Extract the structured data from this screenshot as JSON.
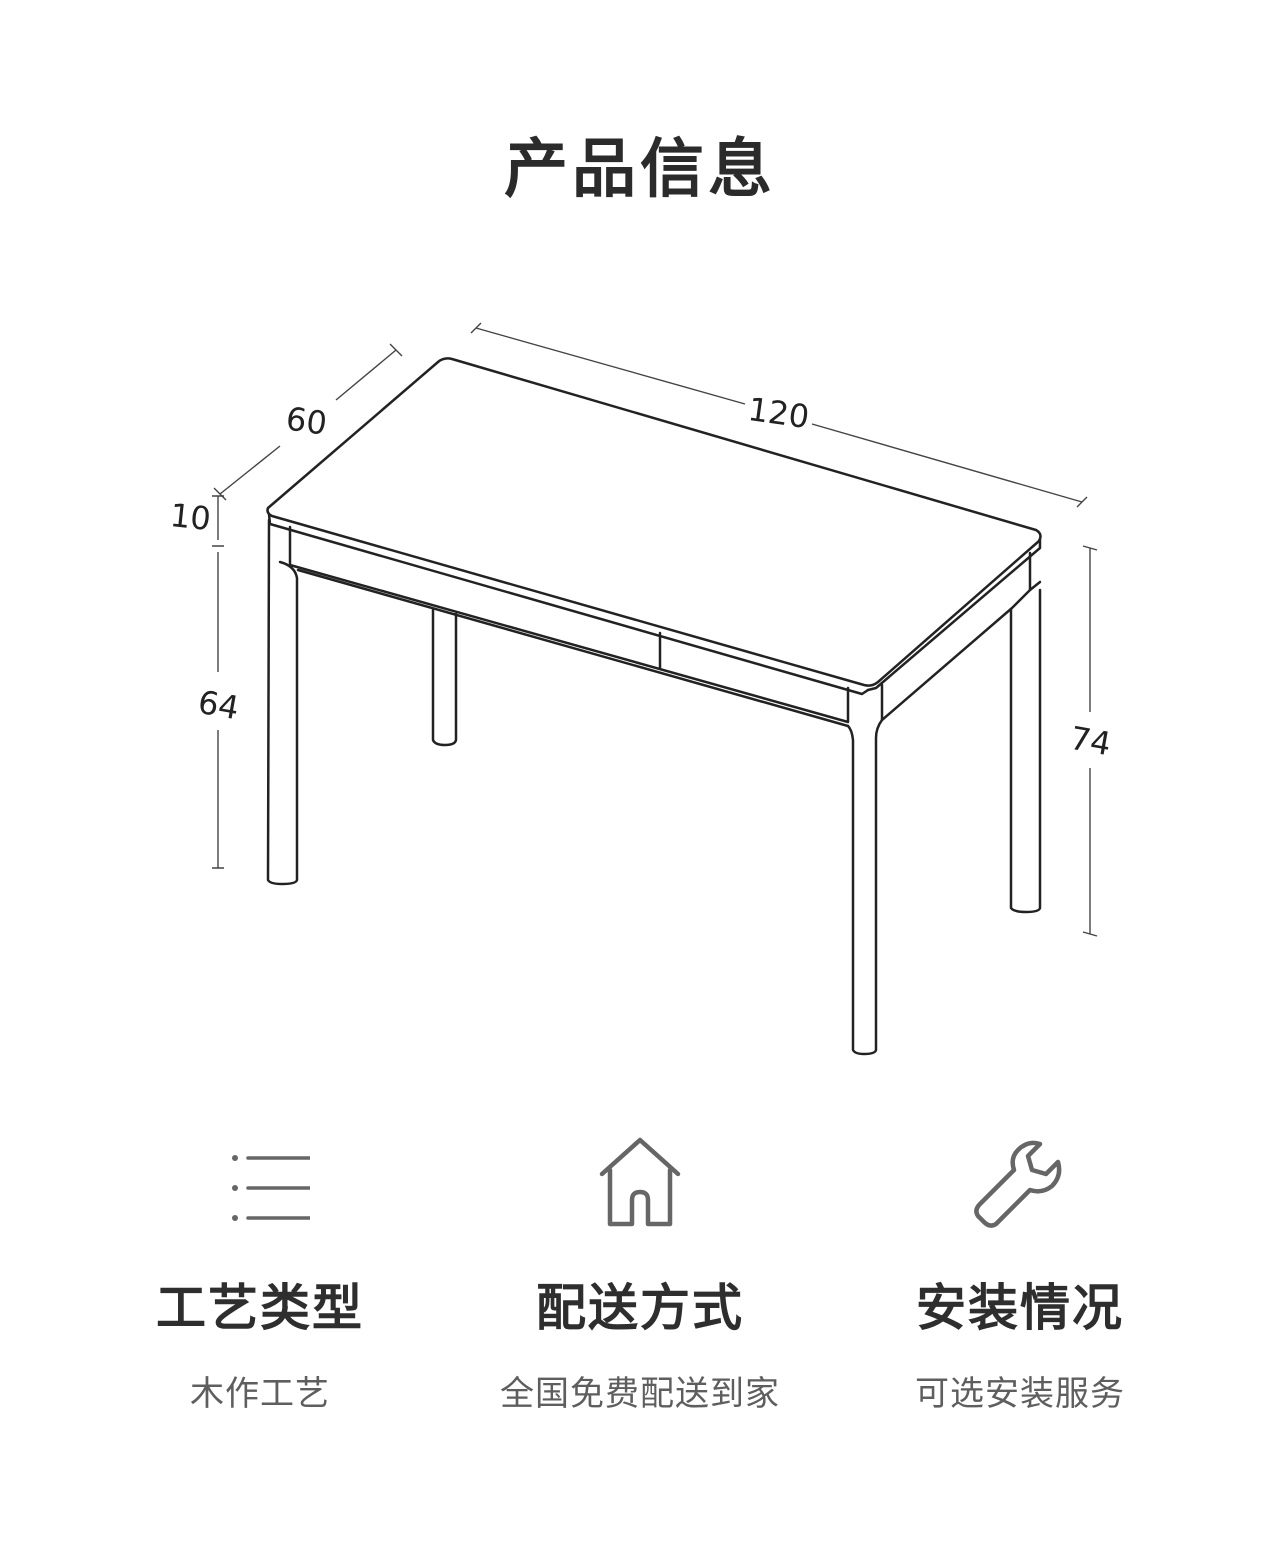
{
  "title": "产品信息",
  "dimensions": {
    "width": "120",
    "depth": "60",
    "top_thickness": "10",
    "inner_height": "64",
    "total_height": "74"
  },
  "features": [
    {
      "icon": "list-icon",
      "title": "工艺类型",
      "desc": "木作工艺"
    },
    {
      "icon": "house-icon",
      "title": "配送方式",
      "desc": "全国免费配送到家"
    },
    {
      "icon": "wrench-icon",
      "title": "安装情况",
      "desc": "可选安装服务"
    }
  ],
  "colors": {
    "line": "#222222",
    "icon": "#666666"
  }
}
